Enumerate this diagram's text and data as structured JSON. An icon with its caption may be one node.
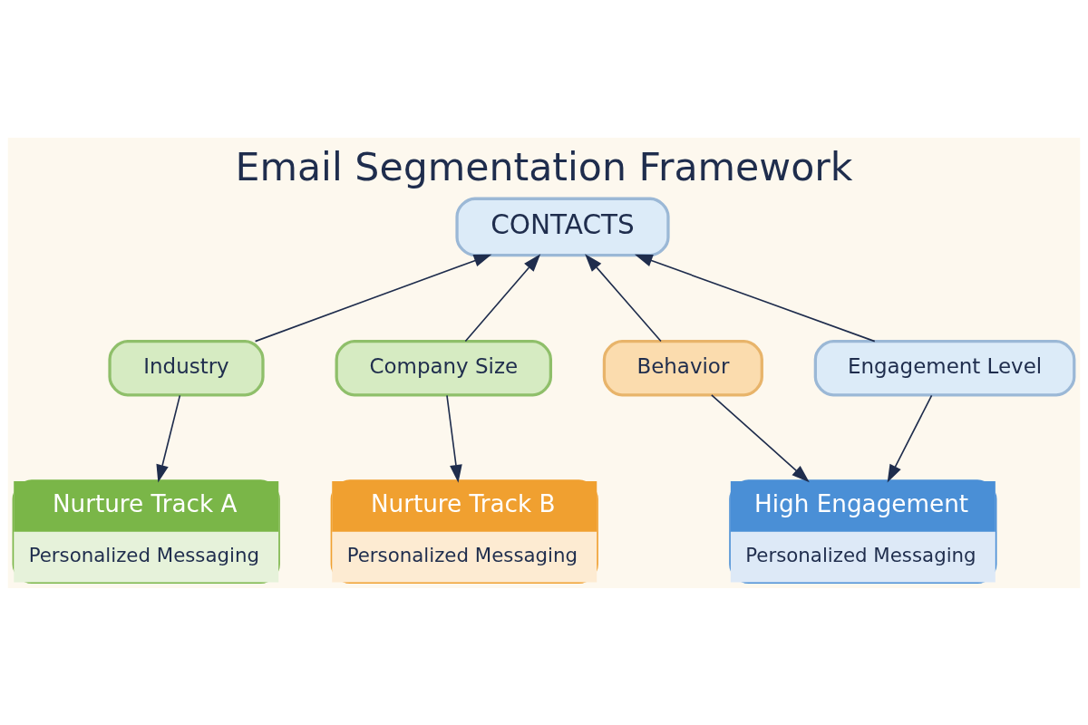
{
  "diagram": {
    "title": "Email Segmentation Framework",
    "nodes": [
      {
        "text": [
          "CONTACTS"
        ]
      },
      {
        "text": [
          "Industry"
        ]
      },
      {
        "text": [
          "Company Size"
        ]
      },
      {
        "text": [
          "Behavior"
        ]
      },
      {
        "text": [
          "Engagement Level"
        ]
      },
      {
        "text": [
          "Nurture Track A",
          "Personalized Messaging"
        ]
      },
      {
        "text": [
          "Nurture Track B",
          "Personalized Messaging"
        ]
      },
      {
        "text": [
          "High Engagement",
          "Personalized Messaging"
        ]
      }
    ],
    "edges": [
      {
        "from": 1,
        "to": 0,
        "arrow": "to"
      },
      {
        "from": 2,
        "to": 0,
        "arrow": "to"
      },
      {
        "from": 3,
        "to": 0,
        "arrow": "to"
      },
      {
        "from": 4,
        "to": 0,
        "arrow": "to"
      },
      {
        "from": 1,
        "to": 5,
        "arrow": "to"
      },
      {
        "from": 2,
        "to": 6,
        "arrow": "to"
      },
      {
        "from": 3,
        "to": 7,
        "arrow": "to"
      },
      {
        "from": 4,
        "to": 7,
        "arrow": "to"
      }
    ]
  }
}
